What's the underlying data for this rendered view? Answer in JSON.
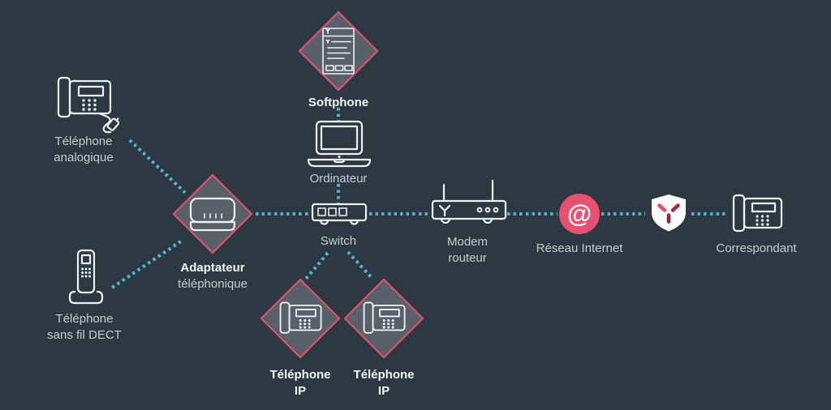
{
  "diagram": {
    "type": "voip-network-diagram",
    "colors": {
      "background": "#2d3842",
      "accent_pink": "#e75070",
      "diamond_fill": "#58616a",
      "dotted_line_cyan": "#4db6cd",
      "label_gray": "#c6ccd0",
      "label_white": "#f3f5f6",
      "shield_fill": "#ffffff",
      "shield_logo_bright": "#e0506c",
      "shield_logo_crimson": "#a12c50",
      "shield_logo_maroon": "#8e2746"
    },
    "nodes": {
      "telephone_analogique": {
        "line1": "Téléphone",
        "line2": "analogique"
      },
      "telephone_dect": {
        "line1": "Téléphone",
        "line2": "sans fil DECT"
      },
      "adaptateur": {
        "line1": "Adaptateur",
        "line2": "téléphonique"
      },
      "softphone": {
        "label": "Softphone"
      },
      "ordinateur": {
        "label": "Ordinateur"
      },
      "switch": {
        "label": "Switch"
      },
      "modem": {
        "line1": "Modem",
        "line2": "routeur"
      },
      "internet": {
        "label": "Réseau Internet",
        "symbol": "@"
      },
      "correspondant": {
        "label": "Correspondant"
      },
      "telephone_ip_1": {
        "line1": "Téléphone",
        "line2": "IP"
      },
      "telephone_ip_2": {
        "line1": "Téléphone",
        "line2": "IP"
      }
    },
    "icons": {
      "desk-phone-icon": "corded desk telephone outline",
      "analog-phone-icon": "desk telephone with cable and plug",
      "cordless-phone-icon": "DECT handset on charging base",
      "ata-adapter-icon": "telephone adapter box",
      "softphone-app-icon": "softphone application window",
      "laptop-icon": "laptop computer",
      "switch-icon": "network switch with ports",
      "modem-router-icon": "modem router with antennas",
      "at-sign-icon": "at symbol in circle",
      "shield-logo-icon": "brand shield with Y logo"
    }
  }
}
